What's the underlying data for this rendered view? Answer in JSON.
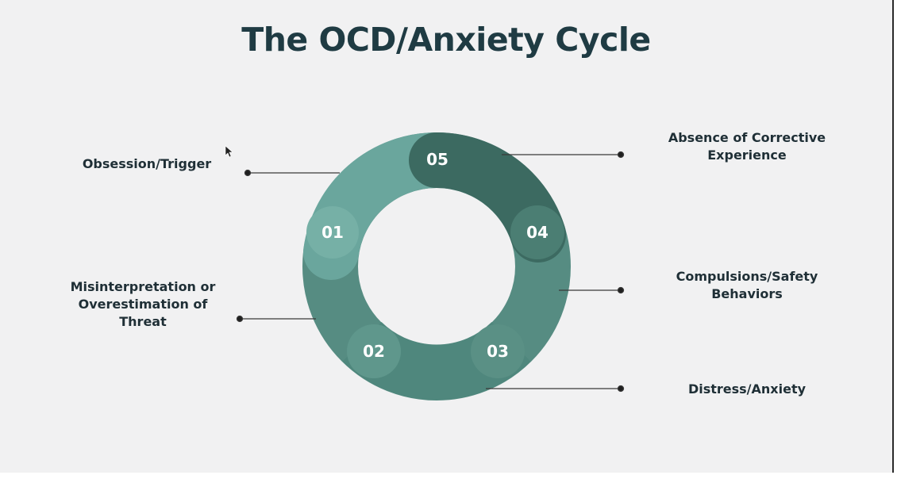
{
  "title": "The OCD/Anxiety Cycle",
  "steps": [
    {
      "number": "01",
      "label": "Obsession/Trigger",
      "color": "#6aa69d"
    },
    {
      "number": "02",
      "label": "Misinterpretation or Overestimation of Threat",
      "color": "#5b9388"
    },
    {
      "number": "03",
      "label": "Distress/Anxiety",
      "color": "#4f877d"
    },
    {
      "number": "04",
      "label": "Compulsions/Safety Behaviors",
      "color": "#4b7e73"
    },
    {
      "number": "05",
      "label": "Absence of Corrective Experience",
      "color": "#3c6a61"
    }
  ],
  "colors": {
    "background": "#f1f1f2",
    "title": "#1f3b43",
    "ring_base": "#568c82",
    "connector": "#3a3a3a"
  }
}
